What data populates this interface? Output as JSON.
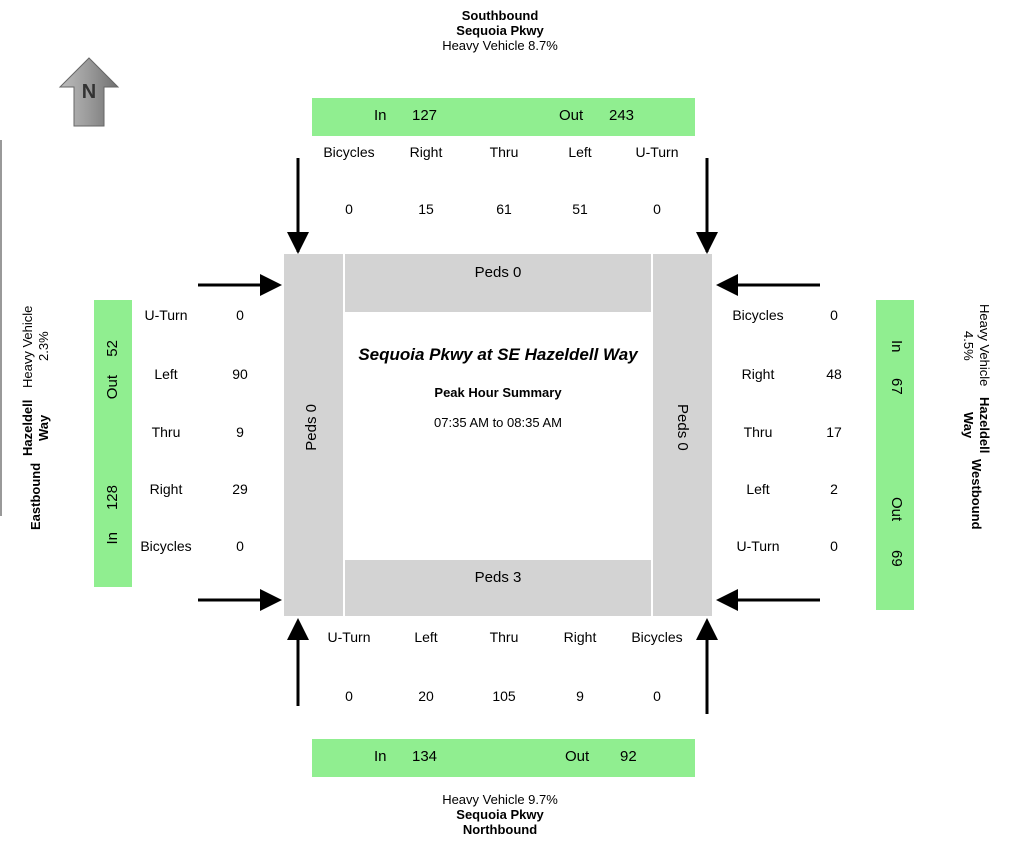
{
  "colors": {
    "volume_bar": "#90ee90",
    "ped_zone": "#d3d3d3",
    "arrow": "#000000"
  },
  "north_arrow": {
    "letter": "N",
    "icon": "north-arrow-icon"
  },
  "intersection": {
    "title": "Sequoia Pkwy at SE Hazeldell Way",
    "subtitle": "Peak Hour Summary",
    "period": "07:35 AM to 08:35 AM"
  },
  "southbound": {
    "direction": "Southbound",
    "street": "Sequoia Pkwy",
    "heavy_vehicle": "Heavy Vehicle 8.7%",
    "in_label": "In",
    "in_value": "127",
    "out_label": "Out",
    "out_value": "243",
    "movements": [
      {
        "label": "Bicycles",
        "value": "0"
      },
      {
        "label": "Right",
        "value": "15"
      },
      {
        "label": "Thru",
        "value": "61"
      },
      {
        "label": "Left",
        "value": "51"
      },
      {
        "label": "U-Turn",
        "value": "0"
      }
    ],
    "peds": "Peds 0"
  },
  "northbound": {
    "direction": "Northbound",
    "street": "Sequoia Pkwy",
    "heavy_vehicle": "Heavy Vehicle 9.7%",
    "in_label": "In",
    "in_value": "134",
    "out_label": "Out",
    "out_value": "92",
    "movements": [
      {
        "label": "U-Turn",
        "value": "0"
      },
      {
        "label": "Left",
        "value": "20"
      },
      {
        "label": "Thru",
        "value": "105"
      },
      {
        "label": "Right",
        "value": "9"
      },
      {
        "label": "Bicycles",
        "value": "0"
      }
    ],
    "peds": "Peds 3"
  },
  "eastbound": {
    "direction": "Eastbound",
    "street": "Hazeldell Way",
    "heavy_vehicle": "Heavy Vehicle 2.3%",
    "in_label": "In",
    "in_value": "128",
    "out_label": "Out",
    "out_value": "52",
    "movements": [
      {
        "label": "U-Turn",
        "value": "0"
      },
      {
        "label": "Left",
        "value": "90"
      },
      {
        "label": "Thru",
        "value": "9"
      },
      {
        "label": "Right",
        "value": "29"
      },
      {
        "label": "Bicycles",
        "value": "0"
      }
    ],
    "peds": "Peds 0"
  },
  "westbound": {
    "direction": "Westbound",
    "street": "Hazeldell Way",
    "heavy_vehicle": "Heavy Vehicle 4.5%",
    "in_label": "In",
    "in_value": "67",
    "out_label": "Out",
    "out_value": "69",
    "movements": [
      {
        "label": "Bicycles",
        "value": "0"
      },
      {
        "label": "Right",
        "value": "48"
      },
      {
        "label": "Thru",
        "value": "17"
      },
      {
        "label": "Left",
        "value": "2"
      },
      {
        "label": "U-Turn",
        "value": "0"
      }
    ],
    "peds": "Peds 0"
  }
}
